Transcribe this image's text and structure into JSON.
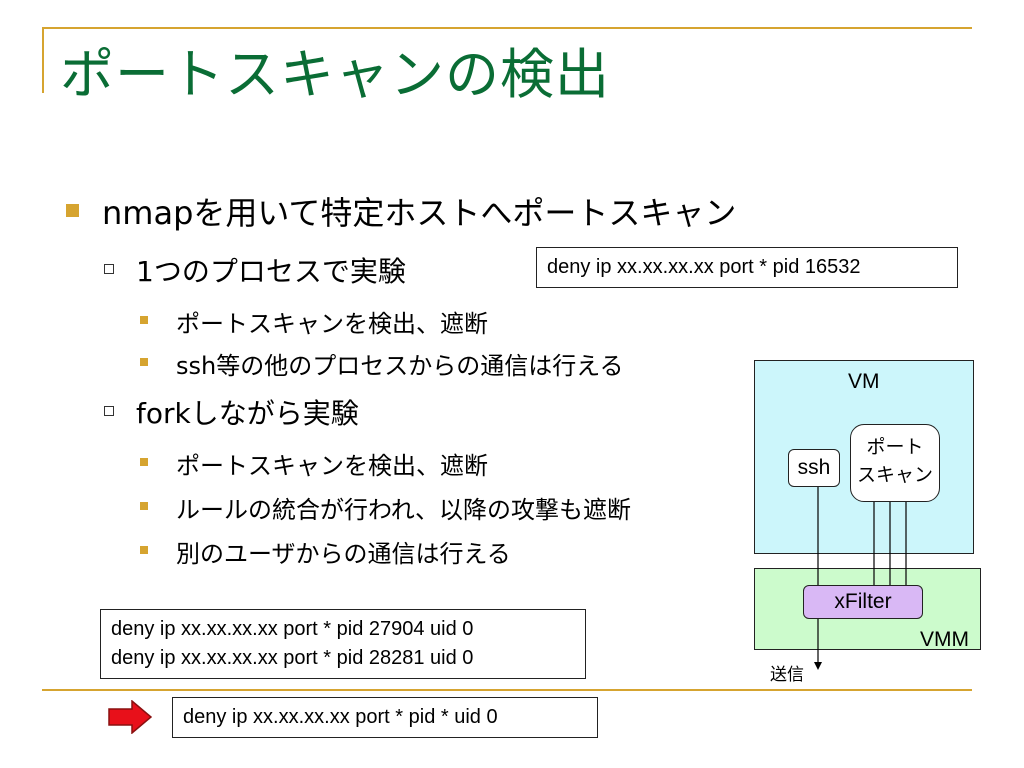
{
  "slide": {
    "title": "ポートスキャンの検出"
  },
  "bullets": {
    "level1": "nmapを用いて特定ホストへポートスキャン",
    "single_process": {
      "heading": "1つのプロセスで実験",
      "items": [
        "ポートスキャンを検出、遮断",
        "ssh等の他のプロセスからの通信は行える"
      ]
    },
    "fork": {
      "heading": "forkしながら実験",
      "items": [
        "ポートスキャンを検出、遮断",
        "ルールの統合が行われ、以降の攻撃も遮断",
        "別のユーザからの通信は行える"
      ]
    }
  },
  "rules": {
    "single": "deny ip xx.xx.xx.xx port * pid 16532",
    "fork": [
      "deny ip xx.xx.xx.xx port * pid 27904 uid 0",
      "deny ip xx.xx.xx.xx port * pid 28281 uid 0"
    ],
    "merged": "deny ip xx.xx.xx.xx port * pid * uid 0"
  },
  "diagram": {
    "vm_label": "VM",
    "vmm_label": "VMM",
    "ssh_label": "ssh",
    "portscan_label": [
      "ポート",
      "スキャン"
    ],
    "xfilter_label": "xFilter",
    "send_label": "送信"
  },
  "colors": {
    "title": "#0a6d35",
    "accent": "#d6a430",
    "vm_bg": "#ccf6fb",
    "vmm_bg": "#ccfbcc",
    "xfilter_bg": "#d9b8f5",
    "arrow": "#e8101a"
  }
}
